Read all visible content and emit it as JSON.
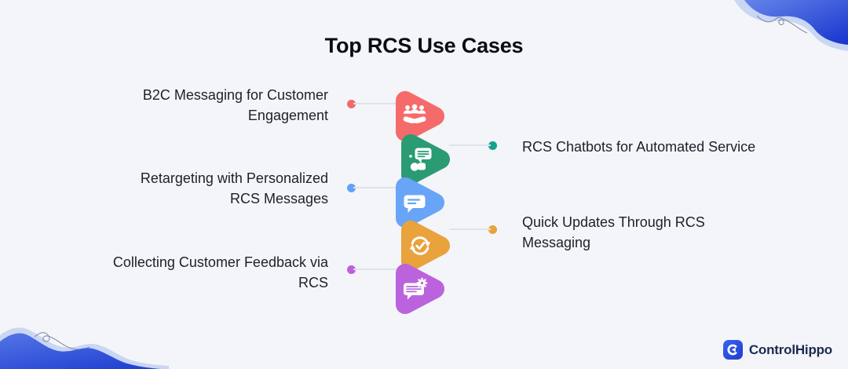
{
  "title": "Top RCS Use Cases",
  "background": "#f4f5f9",
  "connector_color": "#dfe3ea",
  "text_color": "#1c2029",
  "items": [
    {
      "label": "B2C Messaging for Customer Engagement",
      "side": "left",
      "color": "#f56b6b",
      "dot_color": "#f16b6b",
      "icon": "team-handshake-icon"
    },
    {
      "label": "RCS Chatbots for Automated Service",
      "side": "right",
      "color": "#2b9b73",
      "dot_color": "#14a28c",
      "icon": "chatbot-icon"
    },
    {
      "label": "Retargeting with Personalized RCS Messages",
      "side": "left",
      "color": "#68a5f7",
      "dot_color": "#63a1f6",
      "icon": "chat-bubble-icon"
    },
    {
      "label": "Quick Updates Through RCS Messaging",
      "side": "right",
      "color": "#e9a23c",
      "dot_color": "#e8a33e",
      "icon": "sync-check-icon"
    },
    {
      "label": "Collecting Customer Feedback via RCS",
      "side": "left",
      "color": "#bb63dd",
      "dot_color": "#bc60de",
      "icon": "feedback-message-icon"
    }
  ],
  "brand": {
    "name": "ControlHippo",
    "icon_color": "#2b50e2",
    "text_color": "#1c2a52"
  },
  "decor": {
    "wave_light": "#c9d6f4",
    "wave_gradient_start": "#6584ea",
    "wave_gradient_end": "#1634cd",
    "squiggle": "#7d88a0"
  }
}
